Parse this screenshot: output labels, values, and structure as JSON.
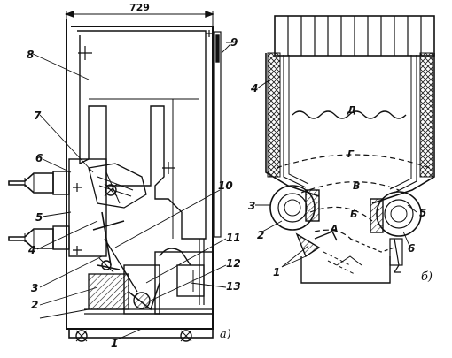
{
  "dimension": "729",
  "caption_a": "а)",
  "caption_b": "б)",
  "labels_a": [
    "1",
    "2",
    "3",
    "4",
    "5",
    "6",
    "7",
    "8",
    "9",
    "10",
    "11",
    "12",
    "13"
  ],
  "labels_b": {
    "n1": "1",
    "n2": "2",
    "n3": "3",
    "n4": "4",
    "n5": "5",
    "n6": "6",
    "A": "A",
    "B": "Б",
    "V": "В",
    "G": "Г",
    "D": "Д"
  }
}
